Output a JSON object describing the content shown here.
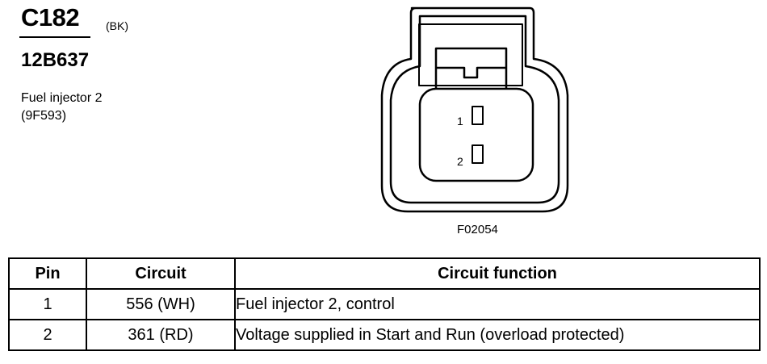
{
  "connector": {
    "id": "C182",
    "color": "(BK)",
    "part_number": "12B637",
    "component_name": "Fuel injector 2",
    "component_code": "(9F593)"
  },
  "figure": {
    "code": "F02054",
    "pin_labels": [
      "1",
      "2"
    ]
  },
  "table": {
    "headers": [
      "Pin",
      "Circuit",
      "Circuit function"
    ],
    "rows": [
      {
        "pin": "1",
        "circuit": "556 (WH)",
        "function": "Fuel injector 2, control"
      },
      {
        "pin": "2",
        "circuit": "361 (RD)",
        "function": "Voltage supplied in Start and Run (overload protected)"
      }
    ]
  }
}
